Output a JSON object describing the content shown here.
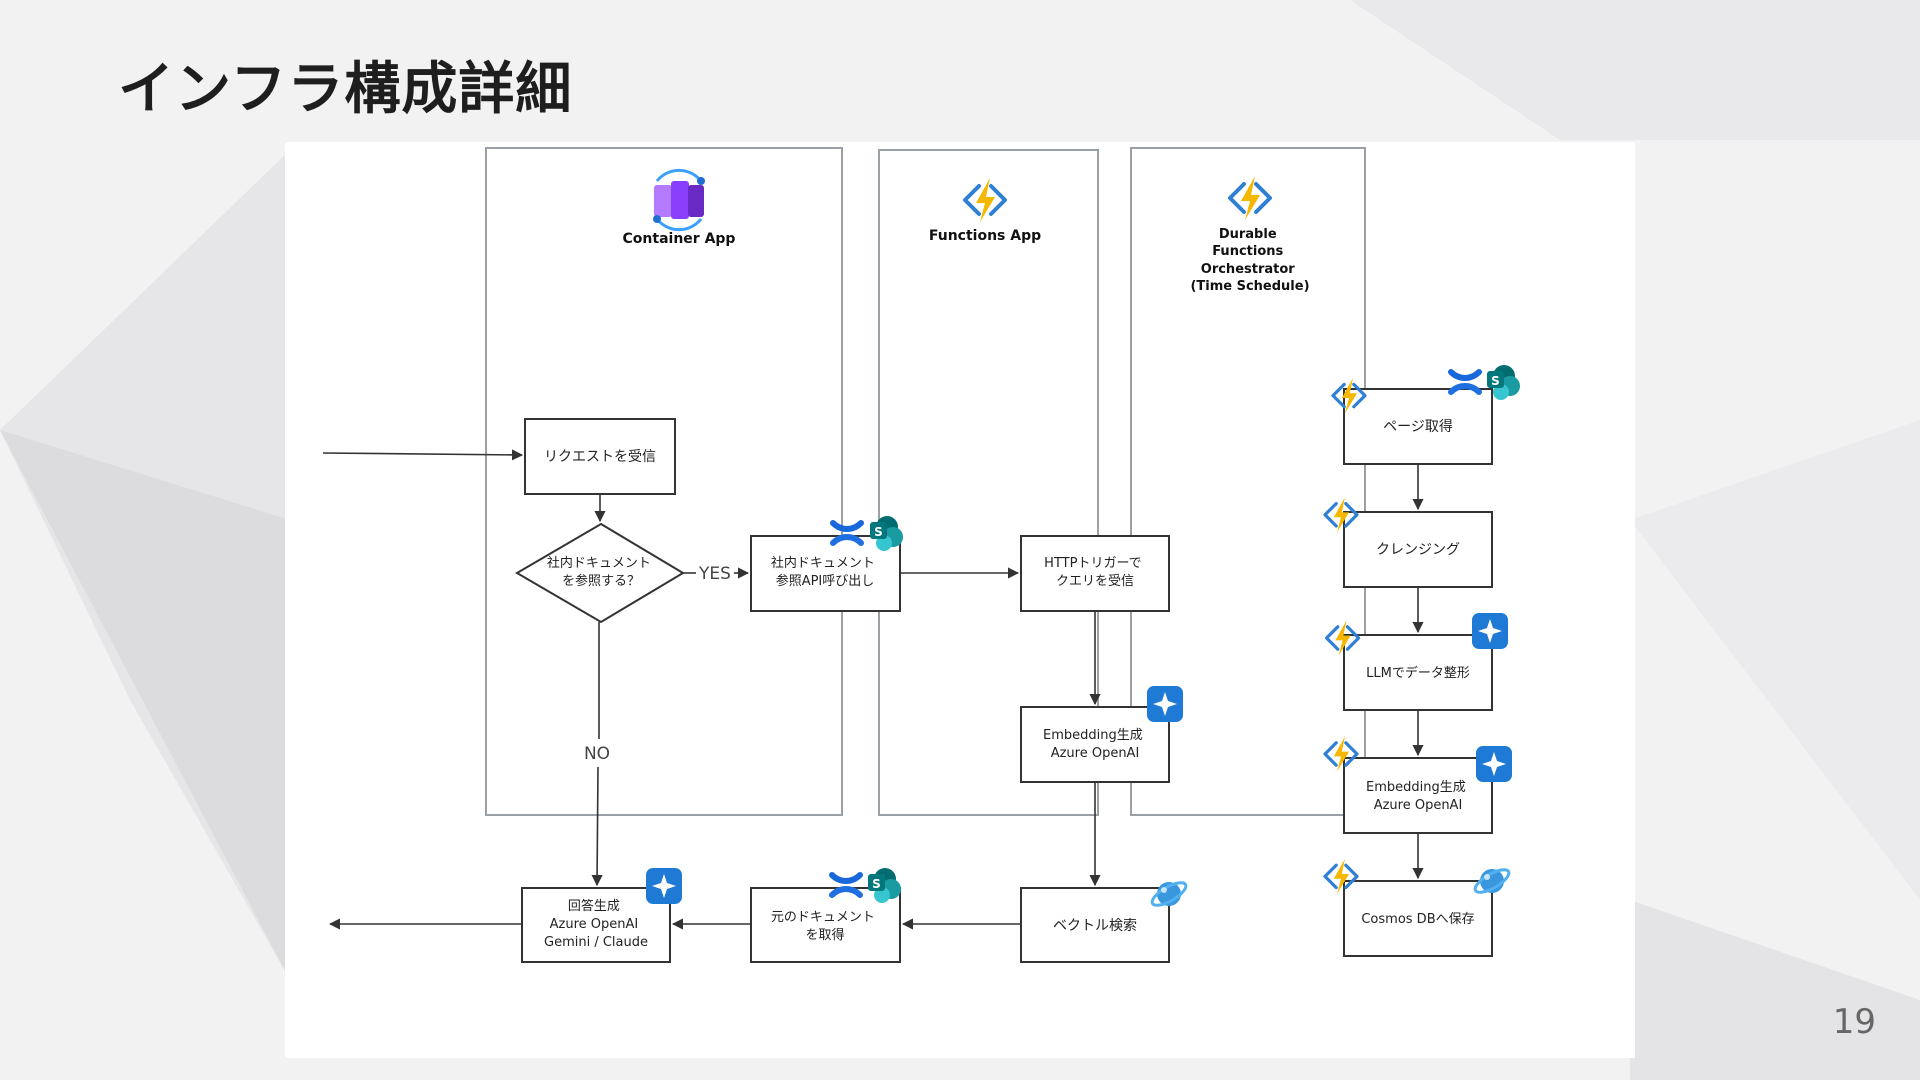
{
  "slide": {
    "title": "インフラ構成詳細",
    "page_number": "19"
  },
  "lanes": {
    "container": {
      "label": "Container App"
    },
    "functions": {
      "label": "Functions App"
    },
    "durable": {
      "label_lines": [
        "Durable",
        "Functions",
        "Orchestrator",
        "(Time Schedule)"
      ]
    }
  },
  "nodes": {
    "receive": {
      "lines": [
        "リクエストを受信"
      ]
    },
    "decision": {
      "lines": [
        "社内ドキュメント",
        "を参照する？"
      ]
    },
    "call_api": {
      "lines": [
        "社内ドキュメント",
        "参照API呼び出し"
      ]
    },
    "answer": {
      "lines": [
        "回答生成",
        "Azure OpenAI",
        "Gemini / Claude"
      ]
    },
    "fetch_original": {
      "lines": [
        "元のドキュメント",
        "を取得"
      ]
    },
    "http_trigger": {
      "lines": [
        "HTTPトリガーで",
        "クエリを受信"
      ]
    },
    "embed_query": {
      "lines": [
        "Embedding生成",
        "Azure OpenAI"
      ]
    },
    "vector_search": {
      "lines": [
        "ベクトル検索"
      ]
    },
    "get_page": {
      "lines": [
        "ページ取得"
      ]
    },
    "cleansing": {
      "lines": [
        "クレンジング"
      ]
    },
    "llm_format": {
      "lines": [
        "LLMでデータ整形"
      ]
    },
    "embed_docs": {
      "lines": [
        "Embedding生成",
        "Azure OpenAI"
      ]
    },
    "save_cosmos": {
      "lines": [
        "Cosmos DBへ保存"
      ]
    }
  },
  "edge_labels": {
    "yes": "YES",
    "no": "NO"
  },
  "icons": {
    "container_app": "container-apps-icon",
    "function": "azure-functions-icon",
    "openai": "azure-openai-icon",
    "confluence": "confluence-icon",
    "sharepoint": "sharepoint-icon",
    "cosmos": "cosmos-db-icon"
  },
  "colors": {
    "function_bolt": "#f5b700",
    "function_bracket": "#2f7fd3",
    "openai": "#1f7ad6",
    "confluence": "#1868db",
    "sharepoint": "#03787c",
    "cosmos": "#3a96dd",
    "container": "#8a3ffc"
  }
}
